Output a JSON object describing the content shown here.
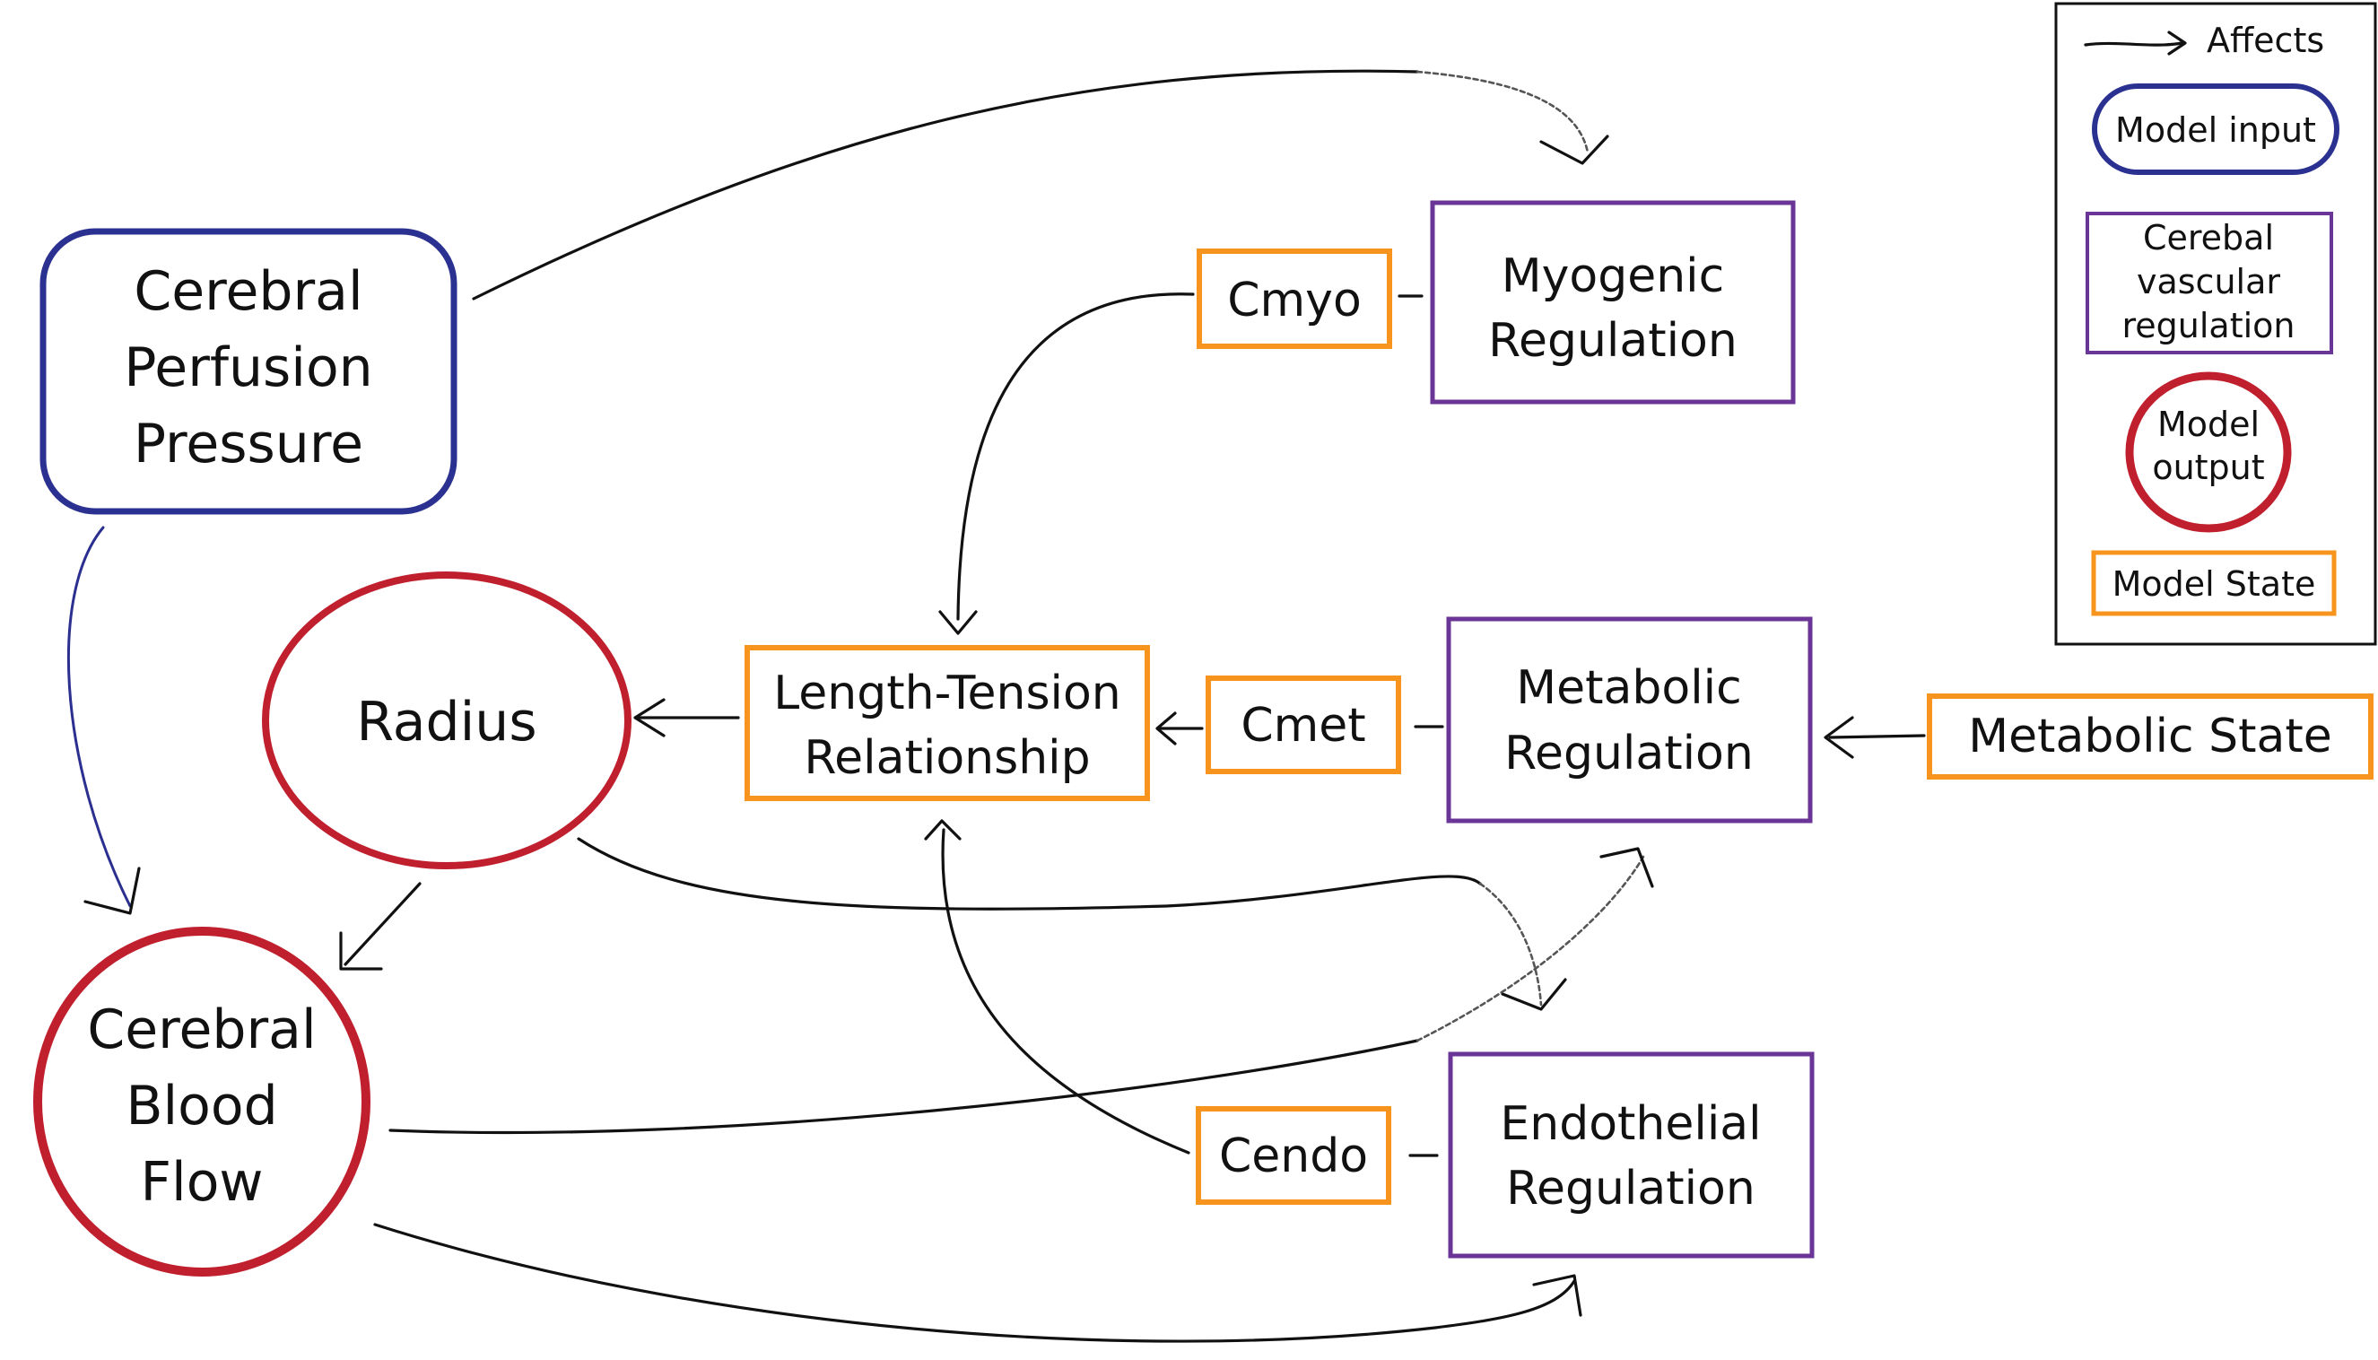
{
  "nodes": {
    "cpp": {
      "lines": [
        "Cerebral",
        "Perfusion",
        "Pressure"
      ],
      "type": "Model input"
    },
    "cbf": {
      "lines": [
        "Cerebral",
        "Blood",
        "Flow"
      ],
      "type": "Model output"
    },
    "radius": {
      "lines": [
        "Radius"
      ],
      "type": "Model output"
    },
    "length_tension": {
      "lines": [
        "Length-Tension",
        "Relationship"
      ],
      "type": "Model State"
    },
    "cmyo": {
      "lines": [
        "Cmyo"
      ],
      "type": "Model State"
    },
    "cmet": {
      "lines": [
        "Cmet"
      ],
      "type": "Model State"
    },
    "cendo": {
      "lines": [
        "Cendo"
      ],
      "type": "Model State"
    },
    "myogenic": {
      "lines": [
        "Myogenic",
        "Regulation"
      ],
      "type": "Cerebral vascular regulation"
    },
    "metabolic": {
      "lines": [
        "Metabolic",
        "Regulation"
      ],
      "type": "Cerebral vascular regulation"
    },
    "endothelial": {
      "lines": [
        "Endothelial",
        "Regulation"
      ],
      "type": "Cerebral vascular regulation"
    },
    "metabolic_state": {
      "lines": [
        "Metabolic State"
      ],
      "type": "Model State"
    }
  },
  "legend": {
    "affects": "Affects",
    "model_input": "Model  input",
    "cerebral_vascular_regulation": [
      "Cerebal",
      "vascular",
      "regulation"
    ],
    "model_output": [
      "Model",
      "output"
    ],
    "model_state": "Model State"
  },
  "colors": {
    "model_input": "#2b3190",
    "model_output": "#c0202e",
    "regulation": "#6a3596",
    "model_state": "#f7941d",
    "edge": "#111111"
  }
}
